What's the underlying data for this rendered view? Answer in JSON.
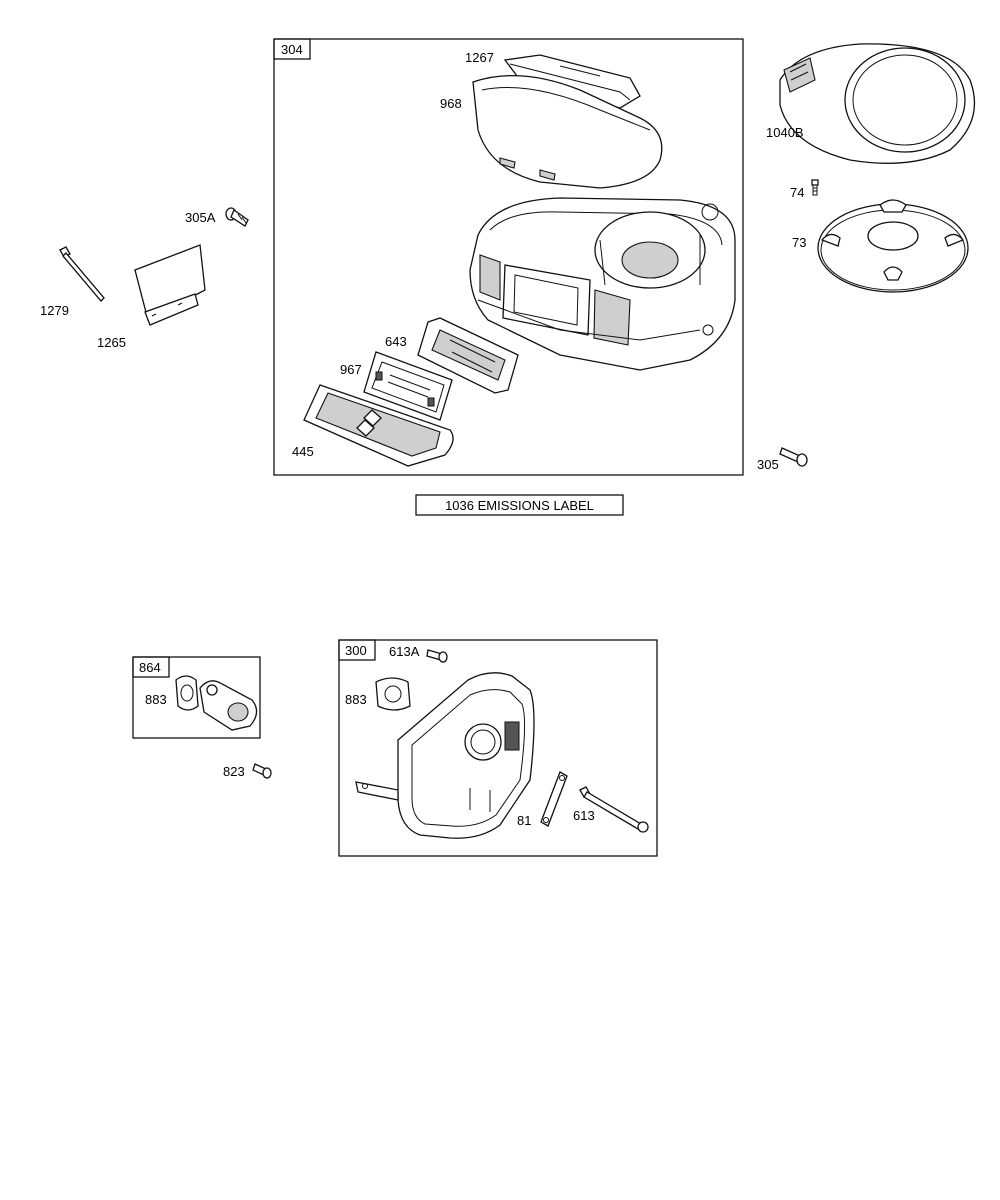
{
  "kits": {
    "kit_304": "304",
    "kit_864": "864",
    "kit_300": "300"
  },
  "callouts": {
    "p1267": "1267",
    "p968": "968",
    "p1040B": "1040B",
    "p74": "74",
    "p73": "73",
    "p305A": "305A",
    "p1279": "1279",
    "p1265": "1265",
    "p643": "643",
    "p967": "967",
    "p445": "445",
    "p305": "305",
    "p613A": "613A",
    "p883_kit864": "883",
    "p883_kit300": "883",
    "p823": "823",
    "p81": "81",
    "p613": "613"
  },
  "emissions_label": "1036 EMISSIONS LABEL"
}
